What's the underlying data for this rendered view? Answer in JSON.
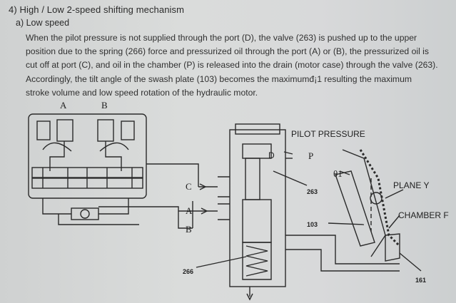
{
  "section": {
    "heading": "4)  High / Low 2-speed shifting mechanism",
    "subheading": "a) Low speed",
    "paragraph_lines": [
      "When the pilot pressure is not supplied through the port (D), the valve (263) is pushed up to the upper",
      "position due to the spring (266) force and pressurized oil through the port (A) or (B), the pressurized oil is",
      "cut off at port (C), and oil in the chamber (P) is released into the drain (motor case) through the valve (263).",
      "Accordingly, the tilt angle of the swash plate (103) becomes the maximumđ¡1 resulting the maximum",
      "stroke volume and low speed rotation of the hydraulic motor."
    ]
  },
  "diagram": {
    "labels": {
      "port_a_top": "A",
      "port_b_top": "B",
      "pilot_pressure": "PILOT PRESSURE",
      "port_d": "D",
      "chamber_p": "P",
      "port_c": "C",
      "port_a": "A",
      "port_b": "B",
      "valve_263": "263",
      "swash_103": "103",
      "spring_266": "266",
      "part_161": "161",
      "theta": "θ1",
      "plane_y": "PLANE Y",
      "chamber_f": "CHAMBER F"
    }
  },
  "colors": {
    "paper": "#d6d8d9",
    "ink": "#2b2b2b"
  }
}
